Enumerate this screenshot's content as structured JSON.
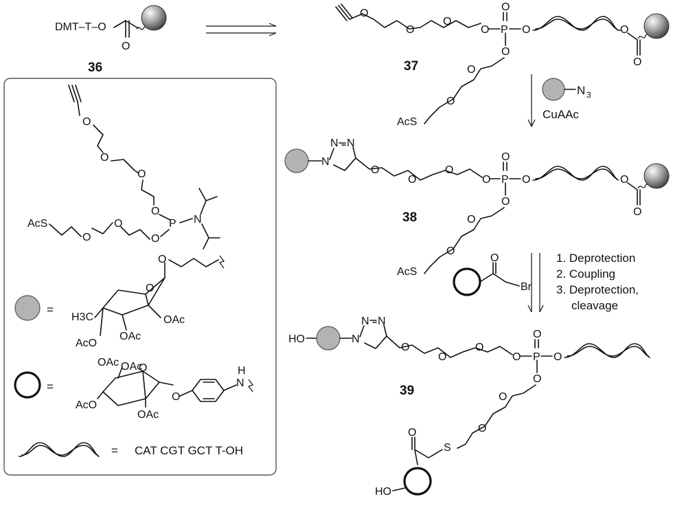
{
  "compounds": {
    "c36": {
      "label": "36",
      "start_text": "DMT–T–O"
    },
    "c37": {
      "label": "37"
    },
    "c38": {
      "label": "38"
    },
    "c39": {
      "label": "39"
    }
  },
  "atoms": {
    "O": "O",
    "P": "P",
    "N": "N",
    "S": "S",
    "Br": "Br",
    "HO": "HO",
    "H": "H",
    "AcS": "AcS",
    "OAc": "OAc",
    "AcO": "AcO",
    "H3C": "H3C"
  },
  "reagents": {
    "step2": {
      "azide": "N",
      "azide_sub": "3",
      "conditions": "CuAAc"
    },
    "step3": {
      "items": [
        "1. Deprotection",
        "2. Coupling",
        "3. Deprotection,",
        "cleavage"
      ]
    }
  },
  "legend": {
    "equals": "=",
    "dna_sequence": "CAT CGT GCT T-OH"
  },
  "colors": {
    "grey_sugar": "#b3b3b3",
    "grey_sugar_dark": "#6e6e6e",
    "bead_light": "#f4f4f4",
    "bead_dark": "#4a4a4a",
    "line": "#111111",
    "box_border": "#555555"
  }
}
